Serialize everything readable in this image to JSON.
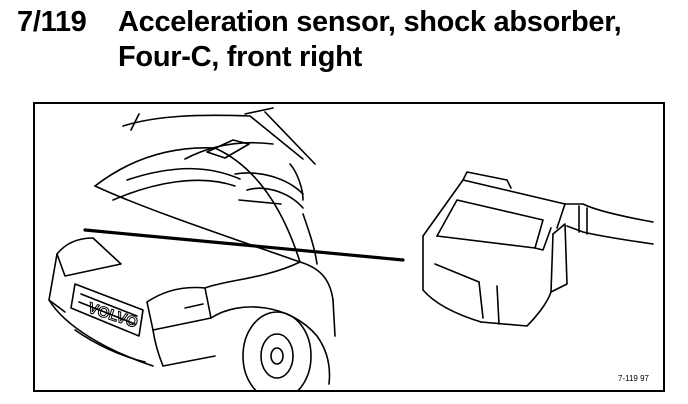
{
  "heading": {
    "code": "7/119",
    "title_line1": "Acceleration sensor, shock absorber,",
    "title_line2": "Four-C, front right"
  },
  "figure": {
    "reference": "7-119  97",
    "car_badge": "VOLVO"
  }
}
